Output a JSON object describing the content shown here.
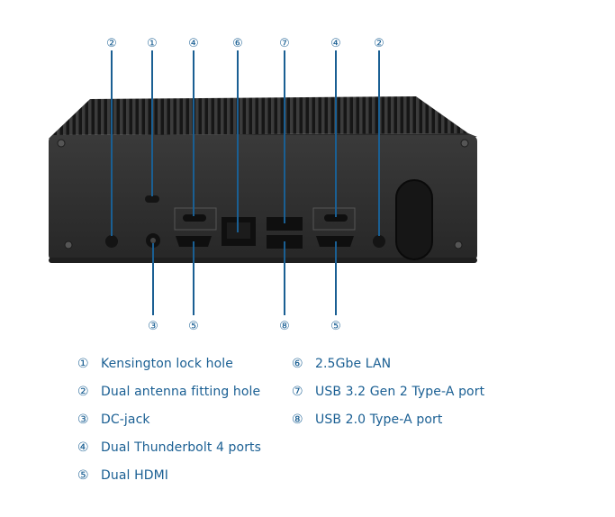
{
  "callouts_top": [
    "②",
    "①",
    "④",
    "⑥",
    "⑦",
    "④",
    "②"
  ],
  "callouts_bottom": [
    "③",
    "⑤",
    "⑧",
    "⑤"
  ],
  "legend": {
    "col_a": [
      {
        "num": "①",
        "label": "Kensington lock hole"
      },
      {
        "num": "②",
        "label": "Dual antenna fitting hole"
      },
      {
        "num": "③",
        "label": "DC-jack"
      },
      {
        "num": "④",
        "label": "Dual Thunderbolt 4 ports"
      },
      {
        "num": "⑤",
        "label": "Dual HDMI"
      }
    ],
    "col_b": [
      {
        "num": "⑥",
        "label": "2.5Gbe LAN"
      },
      {
        "num": "⑦",
        "label": "USB 3.2 Gen 2 Type-A port"
      },
      {
        "num": "⑧",
        "label": "USB 2.0 Type-A port"
      }
    ]
  },
  "colors": {
    "accent": "#1a5f93",
    "chassis": "#2b2b2b"
  }
}
